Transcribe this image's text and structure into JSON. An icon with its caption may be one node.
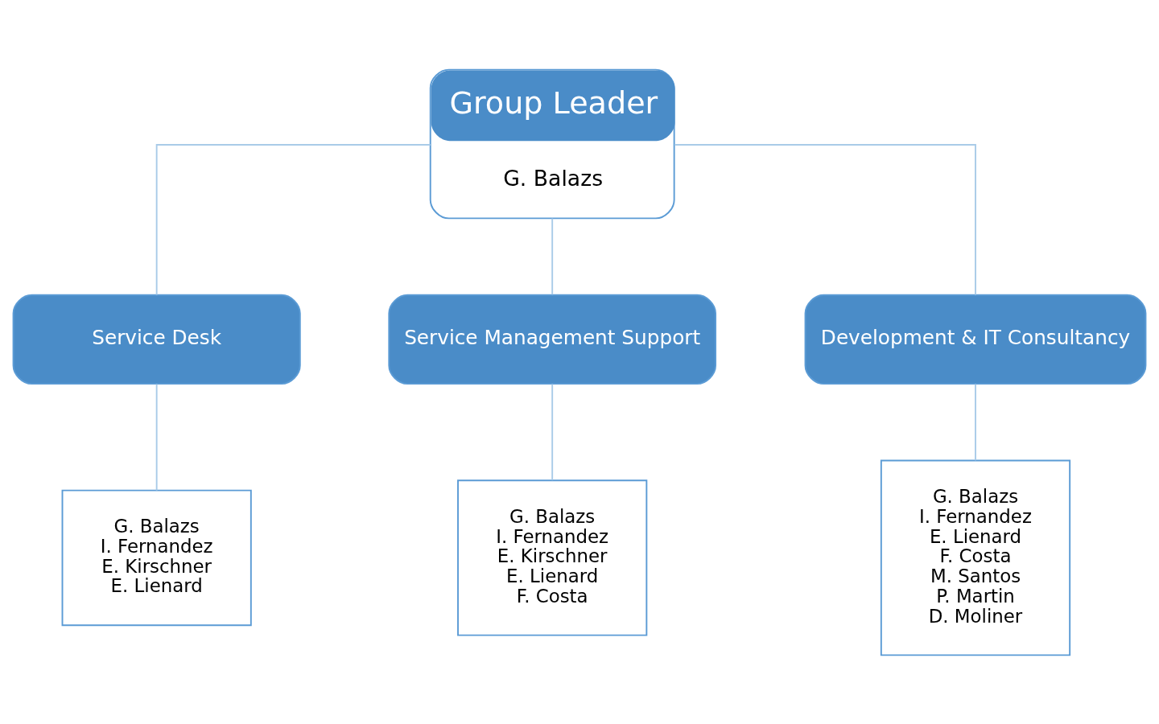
{
  "diagram": {
    "nodes": [
      {
        "text": [
          "Group Leader",
          "G. Balazs"
        ]
      },
      {
        "text": [
          "Service Desk"
        ]
      },
      {
        "text": [
          "Service Management Support"
        ]
      },
      {
        "text": [
          "Development & IT Consultancy"
        ]
      },
      {
        "text": [
          "G. Balazs",
          "I. Fernandez",
          "E. Kirschner",
          "E. Lienard"
        ]
      },
      {
        "text": [
          "G. Balazs",
          "I. Fernandez",
          "E. Kirschner",
          "E. Lienard",
          "F. Costa"
        ]
      },
      {
        "text": [
          "G. Balazs",
          "I. Fernandez",
          "E. Lienard",
          "F. Costa",
          "M. Santos",
          "P. Martin",
          "D. Moliner"
        ]
      }
    ],
    "edges": [
      {
        "from": 0,
        "to": 1,
        "arrow": "none"
      },
      {
        "from": 0,
        "to": 2,
        "arrow": "none"
      },
      {
        "from": 0,
        "to": 3,
        "arrow": "none"
      },
      {
        "from": 1,
        "to": 4,
        "arrow": "none"
      },
      {
        "from": 2,
        "to": 5,
        "arrow": "none"
      },
      {
        "from": 3,
        "to": 6,
        "arrow": "none"
      }
    ]
  }
}
